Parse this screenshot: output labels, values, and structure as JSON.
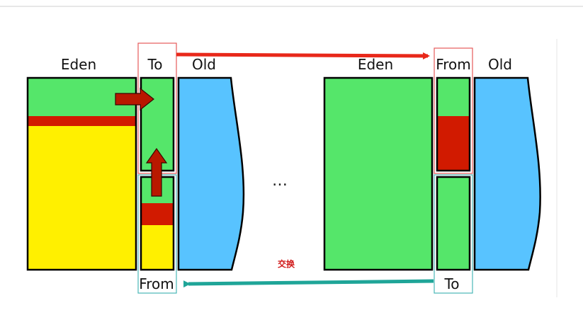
{
  "diagram": {
    "left": {
      "eden_label": "Eden",
      "survivor_top_label": "To",
      "survivor_bottom_label": "From",
      "old_label": "Old"
    },
    "right": {
      "eden_label": "Eden",
      "survivor_top_label": "From",
      "survivor_bottom_label": "To",
      "old_label": "Old"
    },
    "ellipsis": "…",
    "swap_note": "交换",
    "colors": {
      "live_green": "#55e66a",
      "red": "#d11a00",
      "yellow": "#fff000",
      "old_blue": "#58c3ff",
      "arrow_red": "#e8281a",
      "arrow_teal": "#1fa598",
      "outline_red": "#e65a5a",
      "outline_teal": "#4ab8b8",
      "block_arrow": "#b81800"
    }
  }
}
